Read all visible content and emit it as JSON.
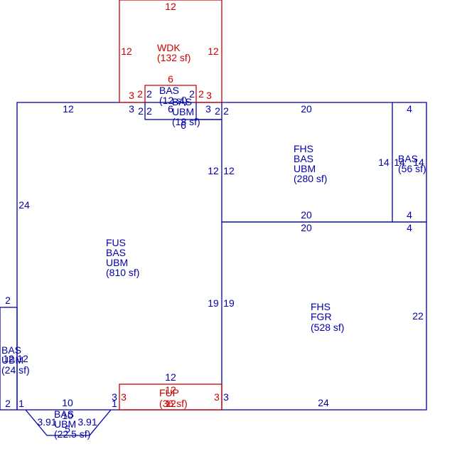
{
  "colors": {
    "living": "#0000aa",
    "deck": "#cc0000"
  },
  "areas": {
    "fus": {
      "line1": "FUS",
      "line2": "BAS",
      "line3": "UBM",
      "area": "(810 sf)"
    },
    "fhs_top": {
      "line1": "FHS",
      "line2": "BAS",
      "line3": "UBM",
      "area": "(280 sf)"
    },
    "bas_right": {
      "line1": "BAS",
      "area": "(56 sf)"
    },
    "fhs_fgr": {
      "line1": "FHS",
      "line2": "FGR",
      "area": "(528 sf)"
    },
    "wdk": {
      "line1": "WDK",
      "area": "(132 sf)"
    },
    "bas_notch": {
      "line1": "BAS",
      "line2": "BAS",
      "line3": "UBM",
      "area_a": "(12 sf)",
      "area_b": "(18 sf)"
    },
    "bas_left": {
      "line1": "BAS",
      "line2": "UBM",
      "area": "(24 sf)"
    },
    "fup": {
      "line1": "FUP",
      "area": "(36 sf)"
    },
    "bay": {
      "line1": "BAS",
      "line2": "UBM",
      "area": "(22.5 sf)"
    }
  },
  "dimensions": {
    "wdk_top": "12",
    "wdk_left": "12",
    "wdk_right": "12",
    "wdk_inner_top": "6",
    "wdk_step_left": "3",
    "wdk_step_left2": "2",
    "wdk_step_right": "2",
    "wdk_step_right2": "3",
    "fus_top": "12",
    "notch_left_a": "3",
    "notch_left_b": "2",
    "notch_left_c": "2",
    "notch_inner_a": "2",
    "notch_inner_b": "6",
    "notch_inner_c": "2",
    "notch_right_a": "3",
    "notch_right_b": "2",
    "notch_bottom": "6",
    "fhs_top": "20",
    "bas_right_top": "4",
    "fus_right_upper": "12",
    "fhs_left": "12",
    "fhs_right": "14",
    "bas_right_left": "14",
    "bas_right_right": "14",
    "fhs_bottom": "20",
    "bas_right_bottom": "4",
    "fus_left": "24",
    "fgr_top": "20",
    "fgr_top_right": "4",
    "fus_right_lower": "19",
    "fgr_left": "19",
    "fgr_right": "22",
    "fgr_bottom": "24",
    "fgr_bottom_left": "3",
    "left_top": "2",
    "left_inner_a": "12",
    "left_inner_b": "12",
    "left_bottom": "2",
    "left_bottom_b": "1",
    "fus_bottom": "10",
    "bay_left": "3.91",
    "bay_right": "3.91",
    "bay_bottom": "5",
    "bay_mid": "10",
    "bay_right_end": "1",
    "fup_top": "12",
    "fup_top_red": "12",
    "fup_left": "3",
    "fup_left_red": "3",
    "fup_right": "3",
    "fup_bottom": "12"
  }
}
